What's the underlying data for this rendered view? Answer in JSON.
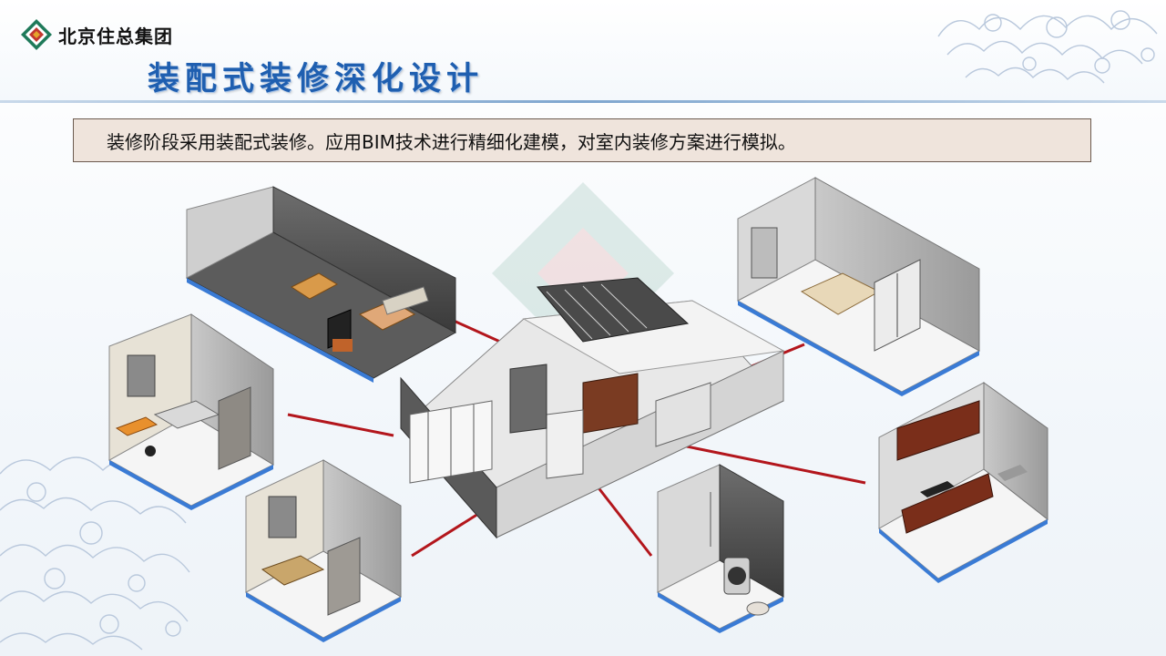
{
  "header": {
    "company_name": "北京住总集团",
    "title": "装配式装修深化设计"
  },
  "description": "装修阶段采用装配式装修。应用BIM技术进行精细化建模，对室内装修方案进行模拟。",
  "colors": {
    "title": "#1f5fb0",
    "connector": "#b3161c",
    "desc_bg": "#efe4dc",
    "desc_border": "#6b5a4e"
  },
  "figures": {
    "floor_plan": "floor-plan-model",
    "rooms": [
      "living-dining-room",
      "bedroom-study",
      "small-bedroom",
      "master-bedroom",
      "kitchen",
      "bathroom"
    ]
  }
}
